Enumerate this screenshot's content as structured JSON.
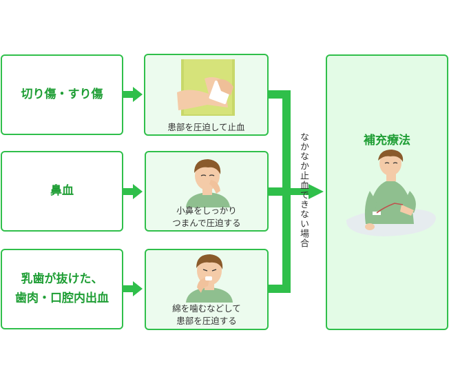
{
  "conditions": [
    {
      "label": "切り傷・すり傷"
    },
    {
      "label": "鼻血"
    },
    {
      "label": "乳歯が抜けた、\n歯肉・口腔内出血"
    }
  ],
  "actions": [
    {
      "caption": "患部を圧迫して止血",
      "icon": "person-pressing-wound-illustration"
    },
    {
      "caption": "小鼻をしっかり\nつまんで圧迫する",
      "icon": "person-pinching-nose-illustration"
    },
    {
      "caption": "綿を噛むなどして\n患部を圧迫する",
      "icon": "person-biting-cotton-illustration"
    }
  ],
  "connector_label": "なかなか止血できない場合",
  "result": {
    "title": "補充療法",
    "icon": "person-self-infusion-illustration"
  },
  "colors": {
    "accent": "#2fbf4a",
    "text_green": "#1f9e35",
    "panel_bg": "#ecfbee",
    "result_bg": "#e3fbe6"
  }
}
